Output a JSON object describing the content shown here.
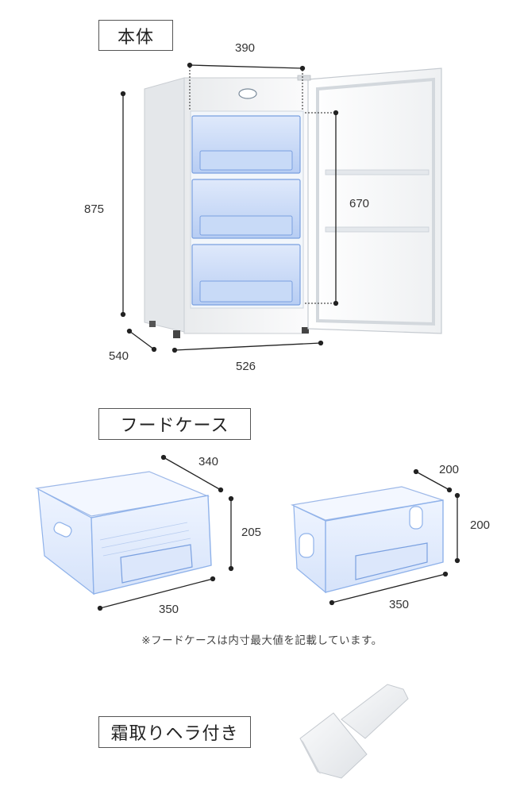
{
  "labels": {
    "main_body": "本体",
    "food_case": "フードケース",
    "frost_scraper": "霜取りヘラ付き"
  },
  "dimensions": {
    "main": {
      "interior_width": "390",
      "height": "875",
      "interior_height": "670",
      "depth": "540",
      "width": "526"
    },
    "case_large": {
      "depth": "340",
      "height": "205",
      "width": "350"
    },
    "case_small": {
      "depth": "200",
      "height": "200",
      "width": "350"
    }
  },
  "note": "※フードケースは内寸最大値を記載しています。",
  "colors": {
    "cabinet": "#f4f5f6",
    "drawer_blue": "#8fb2ea",
    "case_tint": "#e6efff",
    "line": "#222222",
    "scraper": "#eef0f2"
  }
}
